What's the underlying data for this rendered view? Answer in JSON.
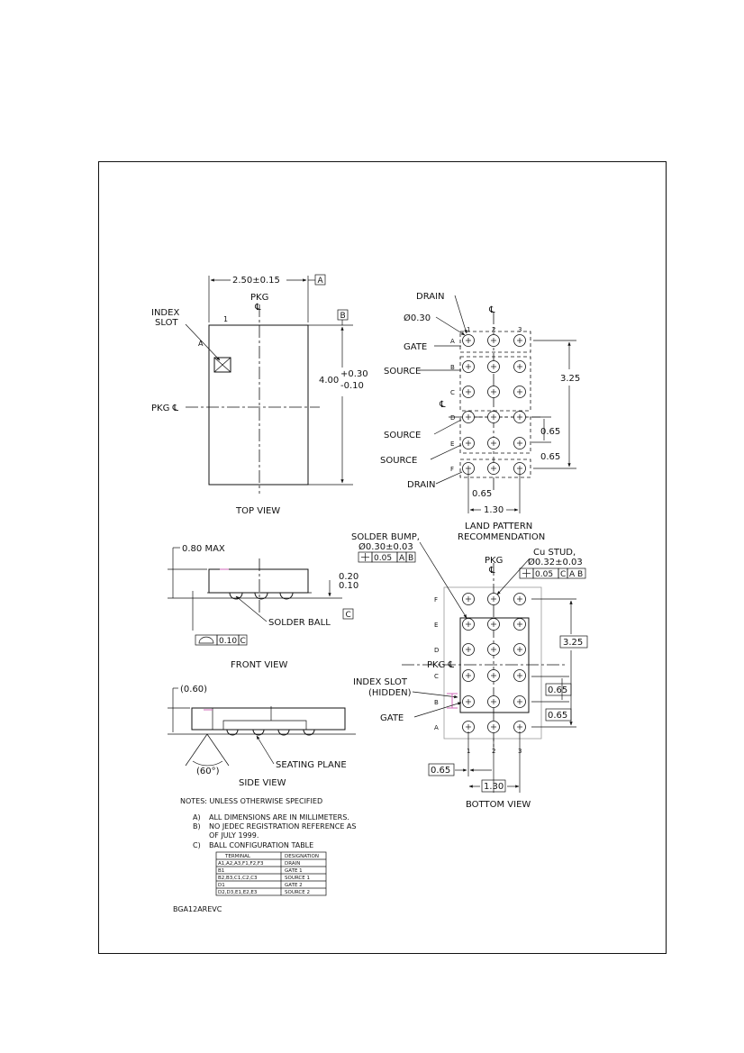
{
  "top_view": {
    "dim_width": "2.50±0.15",
    "datum_a": "A",
    "datum_b": "B",
    "pkg": "PKG",
    "cl": "℄",
    "index": "INDEX",
    "slot": "SLOT",
    "pin1": "1",
    "rowA": "A",
    "dim_h_main": "4.00",
    "dim_h_plus": "+0.30",
    "dim_h_minus": "-0.10",
    "pkg_cl": "PKG ℄",
    "caption": "TOP VIEW"
  },
  "land_pattern": {
    "drain_top": "DRAIN",
    "dia": "Ø0.30",
    "gate": "GATE",
    "source1": "SOURCE",
    "source2": "SOURCE",
    "source3": "SOURCE",
    "drain_bottom": "DRAIN",
    "cl_top": "℄",
    "cl_mid": "℄",
    "cols": [
      "1",
      "2",
      "3"
    ],
    "rows": [
      "A",
      "B",
      "C",
      "D",
      "E",
      "F"
    ],
    "dim_325": "3.25",
    "dim_065_a": "0.65",
    "dim_065_b": "0.65",
    "dim_065_x": "0.65",
    "dim_130": "1.30",
    "caption_1": "LAND PATTERN",
    "caption_2": "RECOMMENDATION"
  },
  "front_view": {
    "dim_max": "0.80  MAX",
    "dim_020": "0.20",
    "dim_010": "0.10",
    "datum_c": "C",
    "solder_ball": "SOLDER  BALL",
    "fcf_value": "0.10",
    "fcf_datum": "C",
    "caption": "FRONT VIEW"
  },
  "bottom_view": {
    "solder_bump": "SOLDER  BUMP,",
    "bump_dia": "Ø0.30±0.03",
    "bump_tol": "0.05",
    "bump_a": "A",
    "bump_b": "B",
    "cu_stud": "Cu  STUD,",
    "stud_dia": "Ø0.32±0.03",
    "stud_tol": "0.05",
    "stud_c": "C",
    "stud_ab": "A B",
    "pkg": "PKG",
    "cl": "℄",
    "pkg_cl": "PKG ℄",
    "rows": [
      "F",
      "E",
      "D",
      "C",
      "B",
      "A"
    ],
    "cols": [
      "1",
      "2",
      "3"
    ],
    "index_slot": "INDEX  SLOT",
    "hidden": "(HIDDEN)",
    "gate": "GATE",
    "dim_325": "3.25",
    "dim_065_a": "0.65",
    "dim_065_b": "0.65",
    "dim_065_x": "0.65",
    "dim_130": "1.30",
    "caption": "BOTTOM  VIEW"
  },
  "side_view": {
    "dim_060": "(0.60)",
    "angle": "(60°)",
    "seating_plane": "SEATING  PLANE",
    "caption": "SIDE  VIEW"
  },
  "notes": {
    "header": "NOTES:  UNLESS  OTHERWISE  SPECIFIED",
    "a_label": "A)",
    "a_text": "ALL  DIMENSIONS  ARE  IN  MILLIMETERS.",
    "b_label": "B)",
    "b_text_1": "NO  JEDEC  REGISTRATION  REFERENCE  AS",
    "b_text_2": "OF  JULY  1999.",
    "c_label": "C)",
    "c_text": "BALL  CONFIGURATION  TABLE"
  },
  "ball_table": {
    "headers": [
      "TERMINAL",
      "DESIGNATION"
    ],
    "rows": [
      [
        "A1,A2,A3,F1,F2,F3",
        "DRAIN"
      ],
      [
        "B1",
        "GATE 1"
      ],
      [
        "B2,B3,C1,C2,C3",
        "SOURCE 1"
      ],
      [
        "D1",
        "GATE 2"
      ],
      [
        "D2,D3,E1,E2,E3",
        "SOURCE 2"
      ]
    ]
  },
  "drawing_number": "BGA12AREVC"
}
